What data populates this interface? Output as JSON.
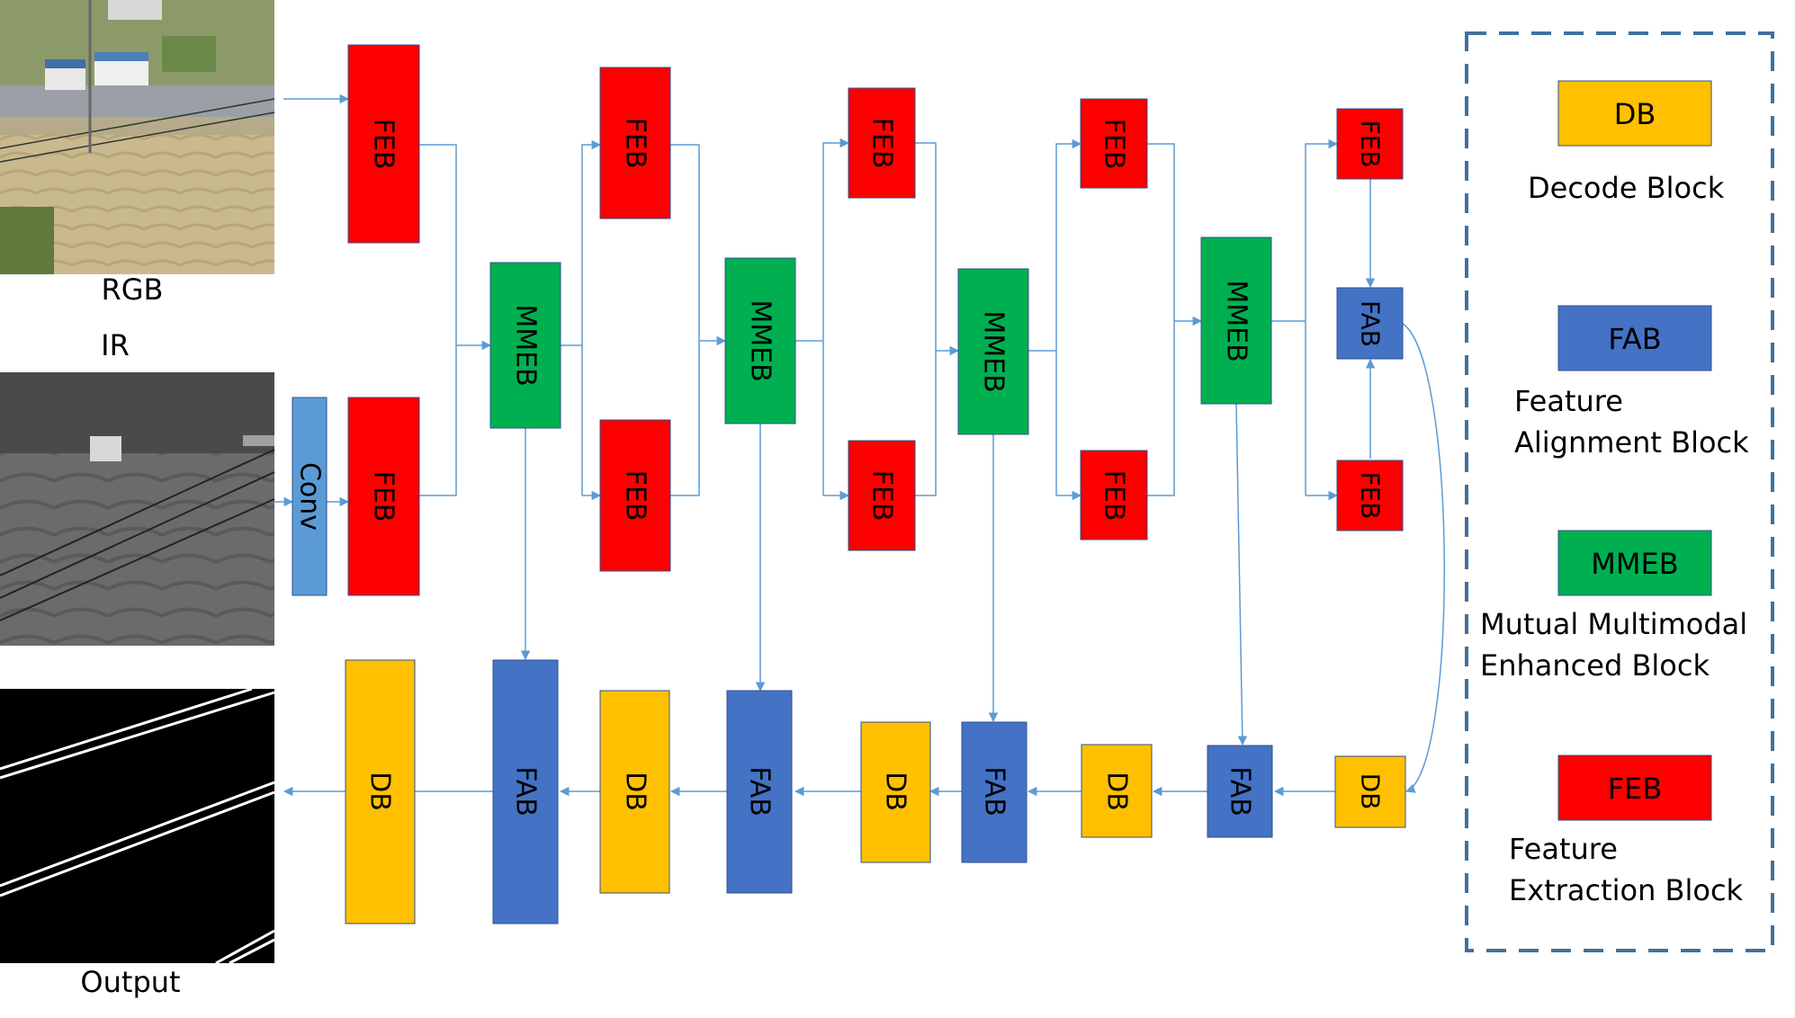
{
  "colors": {
    "feb": "#ff0000",
    "mmeb": "#00b050",
    "fab": "#4472c4",
    "db": "#ffc000",
    "conv": "#5b9bd5",
    "arrow": "#5b9bd5",
    "legend_border": "#41719c",
    "text": "#000000",
    "block_border": "#2f528f"
  },
  "inputs": {
    "rgb_label": "RGB",
    "ir_label": "IR",
    "output_label": "Output"
  },
  "blocks": {
    "feb": "FEB",
    "mmeb": "MMEB",
    "fab": "FAB",
    "db": "DB",
    "conv": "Conv"
  },
  "legend": {
    "items": [
      {
        "abbr": "DB",
        "desc_line1": "Decode Block",
        "desc_line2": ""
      },
      {
        "abbr": "FAB",
        "desc_line1": "Feature",
        "desc_line2": "Alignment Block"
      },
      {
        "abbr": "MMEB",
        "desc_line1": "Mutual Multimodal",
        "desc_line2": "Enhanced Block"
      },
      {
        "abbr": "FEB",
        "desc_line1": "Feature",
        "desc_line2": "Extraction Block"
      }
    ]
  }
}
